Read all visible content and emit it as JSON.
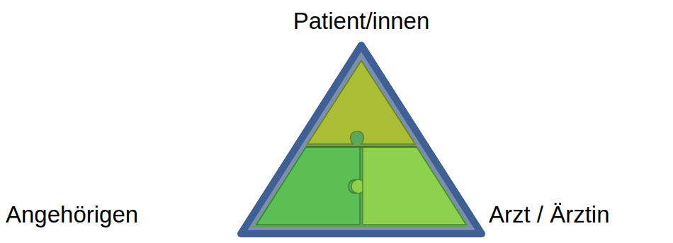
{
  "diagram": {
    "labels": [
      "Patient/innen",
      "Angehörigen",
      "Arzt / Ärztin"
    ]
  }
}
